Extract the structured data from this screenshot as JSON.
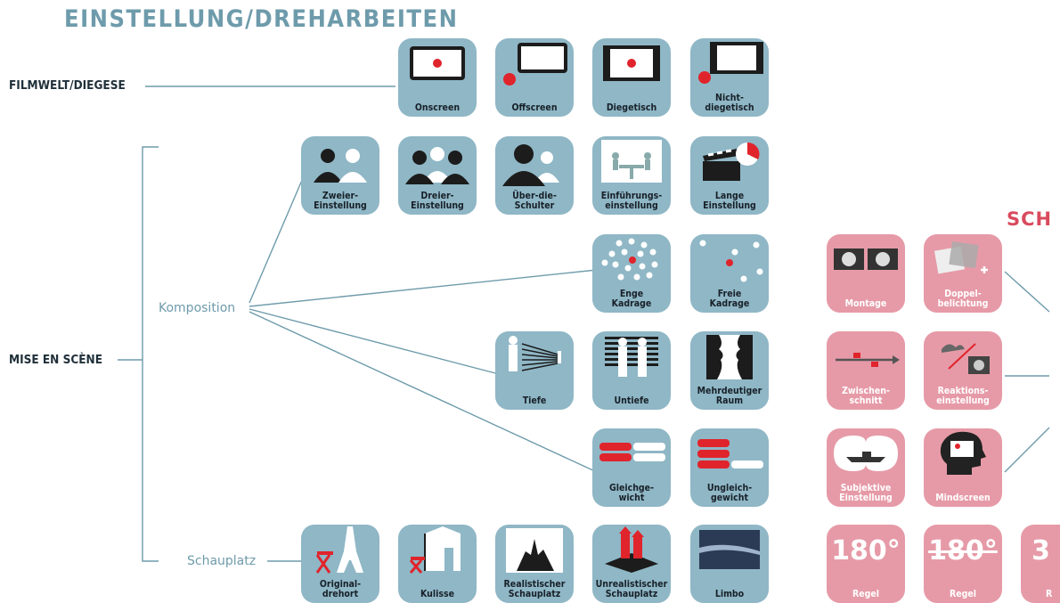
{
  "title": "EINSTELLUNG/DREHARBEITEN",
  "title_right": "SCH",
  "labels": {
    "filmwelt": "FILMWELT/DIEGESE",
    "mise": "MISE EN SCÈNE",
    "komposition": "Komposition",
    "schauplatz": "Schauplatz"
  },
  "tiles": [
    {
      "name": "onscreen",
      "icon": "screen-dot-icon",
      "label": "Onscreen"
    },
    {
      "name": "offscreen",
      "icon": "screen-offdot-icon",
      "label": "Offscreen"
    },
    {
      "name": "diegetisch",
      "icon": "filmframe-dot-icon",
      "label": "Diegetisch"
    },
    {
      "name": "nicht-diegetisch",
      "icon": "filmframe-offdot-icon",
      "label": "Nicht-\ndiegetisch"
    },
    {
      "name": "zweier",
      "icon": "two-people-icon",
      "label": "Zweier-\nEinstellung"
    },
    {
      "name": "dreier",
      "icon": "three-people-icon",
      "label": "Dreier-\nEinstellung"
    },
    {
      "name": "ueber-die-schulter",
      "icon": "over-shoulder-icon",
      "label": "Über-die-\nSchulter"
    },
    {
      "name": "einfuehrung",
      "icon": "table-scene-icon",
      "label": "Einführungs-\neinstellung"
    },
    {
      "name": "lange",
      "icon": "clapper-clock-icon",
      "label": "Lange\nEinstellung"
    },
    {
      "name": "enge",
      "icon": "tight-dots-icon",
      "label": "Enge\nKadrage"
    },
    {
      "name": "freie",
      "icon": "loose-dots-icon",
      "label": "Freie\nKadrage"
    },
    {
      "name": "tiefe",
      "icon": "depth-corridor-icon",
      "label": "Tiefe"
    },
    {
      "name": "untiefe",
      "icon": "flat-figures-icon",
      "label": "Untiefe"
    },
    {
      "name": "mehrdeutig",
      "icon": "vase-faces-icon",
      "label": "Mehrdeutiger\nRaum"
    },
    {
      "name": "gleichgewicht",
      "icon": "balanced-bars-icon",
      "label": "Gleichge-\nwicht"
    },
    {
      "name": "ungleichgewicht",
      "icon": "unbalanced-bars-icon",
      "label": "Ungleich-\ngewicht"
    },
    {
      "name": "originaldrehort",
      "icon": "eiffel-chair-icon",
      "label": "Original-\ndrehort"
    },
    {
      "name": "kulisse",
      "icon": "set-wall-icon",
      "label": "Kulisse"
    },
    {
      "name": "realistisch",
      "icon": "castle-icon",
      "label": "Realistischer\nSchauplatz"
    },
    {
      "name": "unrealistisch",
      "icon": "fantasy-castle-icon",
      "label": "Unrealistischer\nSchauplatz"
    },
    {
      "name": "limbo",
      "icon": "limbo-void-icon",
      "label": "Limbo"
    },
    {
      "name": "montage",
      "icon": "faces-montage-icon",
      "label": "Montage"
    },
    {
      "name": "doppelbelichtung",
      "icon": "double-exposure-icon",
      "label": "Doppel-\nbelichtung"
    },
    {
      "name": "zwischenschnitt",
      "icon": "timeline-cut-icon",
      "label": "Zwischen-\nschnitt"
    },
    {
      "name": "reaktion",
      "icon": "reaction-shot-icon",
      "label": "Reaktions-\neinstellung"
    },
    {
      "name": "subjektive",
      "icon": "binocular-ship-icon",
      "label": "Subjektive\nEinstellung"
    },
    {
      "name": "mindscreen",
      "icon": "head-screen-icon",
      "label": "Mindscreen"
    },
    {
      "name": "regel-1",
      "icon": "180-icon",
      "big": "180°",
      "label": "Regel"
    },
    {
      "name": "regel-2",
      "icon": "180-strike-icon",
      "big": "180°",
      "label": "Regel"
    },
    {
      "name": "regel-3",
      "icon": "partial-icon",
      "big": "3",
      "label": "R"
    }
  ],
  "colors": {
    "blue": "#8fb7c6",
    "pink": "#e69aa7",
    "accent_red": "#e0242c",
    "title_blue": "#6e9bab",
    "title_red": "#d94a5e"
  }
}
